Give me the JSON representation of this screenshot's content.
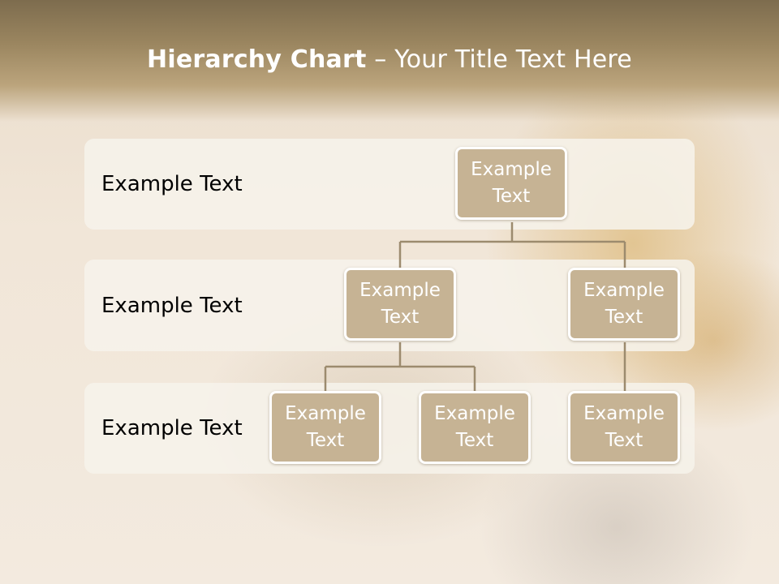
{
  "title": {
    "bold": "Hierarchy Chart",
    "rest": " – Your Title Text Here"
  },
  "levels": [
    {
      "label": "Example Text"
    },
    {
      "label": "Example Text"
    },
    {
      "label": "Example Text"
    }
  ],
  "nodes": {
    "root": {
      "line1": "Example",
      "line2": "Text"
    },
    "level2_left": {
      "line1": "Example",
      "line2": "Text"
    },
    "level2_right": {
      "line1": "Example",
      "line2": "Text"
    },
    "level3_left": {
      "line1": "Example",
      "line2": "Text"
    },
    "level3_middle": {
      "line1": "Example",
      "line2": "Text"
    },
    "level3_right": {
      "line1": "Example",
      "line2": "Text"
    }
  },
  "colors": {
    "node_fill": "#c6b394",
    "node_border": "#ffffff",
    "connector": "#9c8b6e",
    "header": "#9a855f"
  }
}
